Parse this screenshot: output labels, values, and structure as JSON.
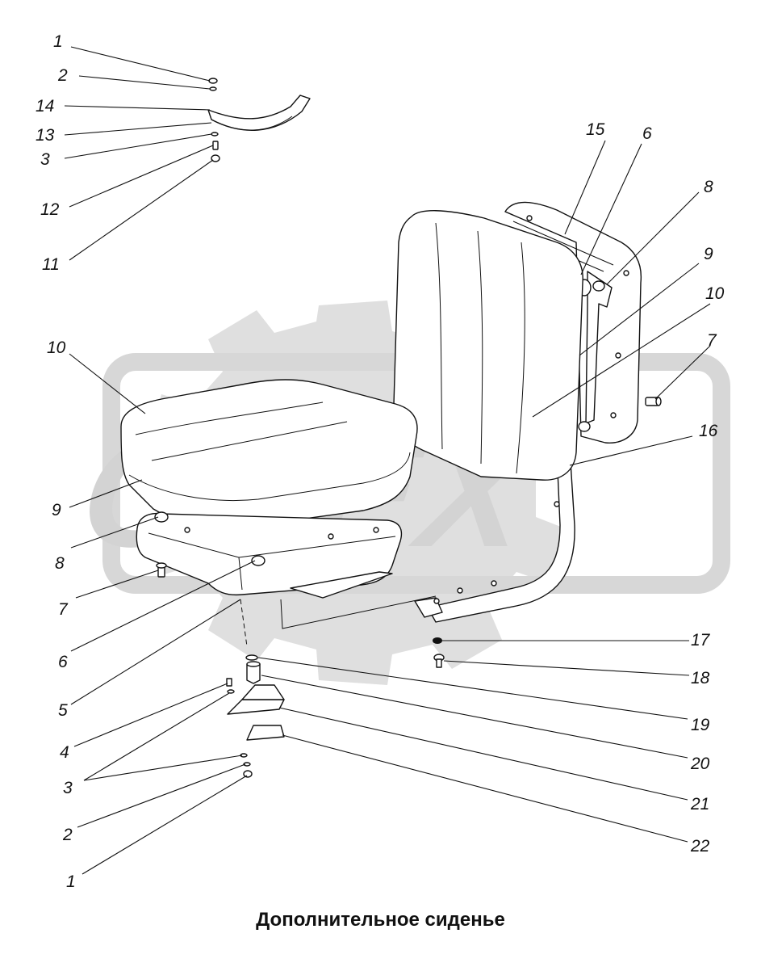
{
  "caption": "Дополнительное сиденье",
  "watermark": {
    "text": "OPEX",
    "color": "#d9d9d9"
  },
  "callouts": [
    {
      "id": "c1a",
      "text": "1"
    },
    {
      "id": "c2a",
      "text": "2"
    },
    {
      "id": "c14",
      "text": "14"
    },
    {
      "id": "c13",
      "text": "13"
    },
    {
      "id": "c3a",
      "text": "3"
    },
    {
      "id": "c12",
      "text": "12"
    },
    {
      "id": "c11",
      "text": "11"
    },
    {
      "id": "c15",
      "text": "15"
    },
    {
      "id": "c6a",
      "text": "6"
    },
    {
      "id": "c8a",
      "text": "8"
    },
    {
      "id": "c9a",
      "text": "9"
    },
    {
      "id": "c10a",
      "text": "10"
    },
    {
      "id": "c7a",
      "text": "7"
    },
    {
      "id": "c16",
      "text": "16"
    },
    {
      "id": "c10b",
      "text": "10"
    },
    {
      "id": "c9b",
      "text": "9"
    },
    {
      "id": "c8b",
      "text": "8"
    },
    {
      "id": "c7b",
      "text": "7"
    },
    {
      "id": "c6b",
      "text": "6"
    },
    {
      "id": "c5",
      "text": "5"
    },
    {
      "id": "c17",
      "text": "17"
    },
    {
      "id": "c18",
      "text": "18"
    },
    {
      "id": "c19",
      "text": "19"
    },
    {
      "id": "c4",
      "text": "4"
    },
    {
      "id": "c20",
      "text": "20"
    },
    {
      "id": "c3b",
      "text": "3"
    },
    {
      "id": "c21",
      "text": "21"
    },
    {
      "id": "c2b",
      "text": "2"
    },
    {
      "id": "c22",
      "text": "22"
    },
    {
      "id": "c1b",
      "text": "1"
    }
  ]
}
